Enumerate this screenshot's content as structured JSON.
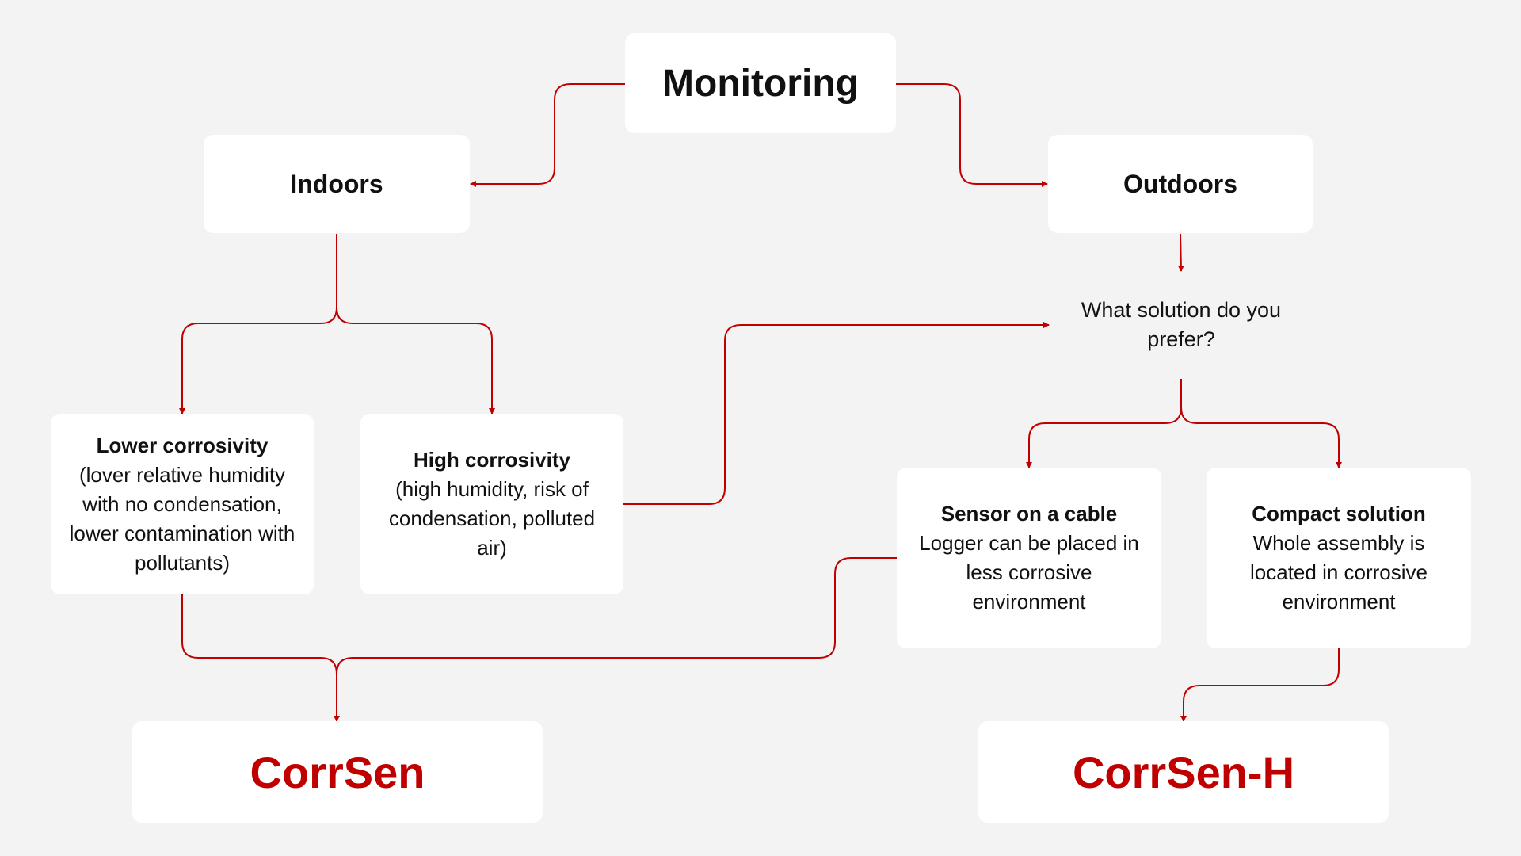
{
  "diagram": {
    "colors": {
      "background": "#f3f3f4",
      "box": "#ffffff",
      "accent": "#c00000",
      "text": "#111111"
    },
    "nodes": {
      "monitoring": {
        "label": "Monitoring"
      },
      "indoors": {
        "label": "Indoors"
      },
      "outdoors": {
        "label": "Outdoors"
      },
      "question": {
        "line1": "What solution do you",
        "line2": "prefer?"
      },
      "lower_corrosivity": {
        "heading": "Lower corrosivity",
        "lines": [
          "(lover relative humidity",
          "with no condensation,",
          "lower contamination with",
          "pollutants)"
        ]
      },
      "high_corrosivity": {
        "heading": "High corrosivity",
        "lines": [
          "(high humidity, risk of",
          "condensation, polluted",
          "air)"
        ]
      },
      "sensor_cable": {
        "heading": "Sensor on a cable",
        "lines": [
          "Logger can be placed in",
          "less corrosive",
          "environment"
        ]
      },
      "compact_solution": {
        "heading": "Compact solution",
        "lines": [
          "Whole assembly is",
          "located in corrosive",
          "environment"
        ]
      },
      "corrsen": {
        "label": "CorrSen"
      },
      "corrsen_h": {
        "label": "CorrSen-H"
      }
    }
  }
}
